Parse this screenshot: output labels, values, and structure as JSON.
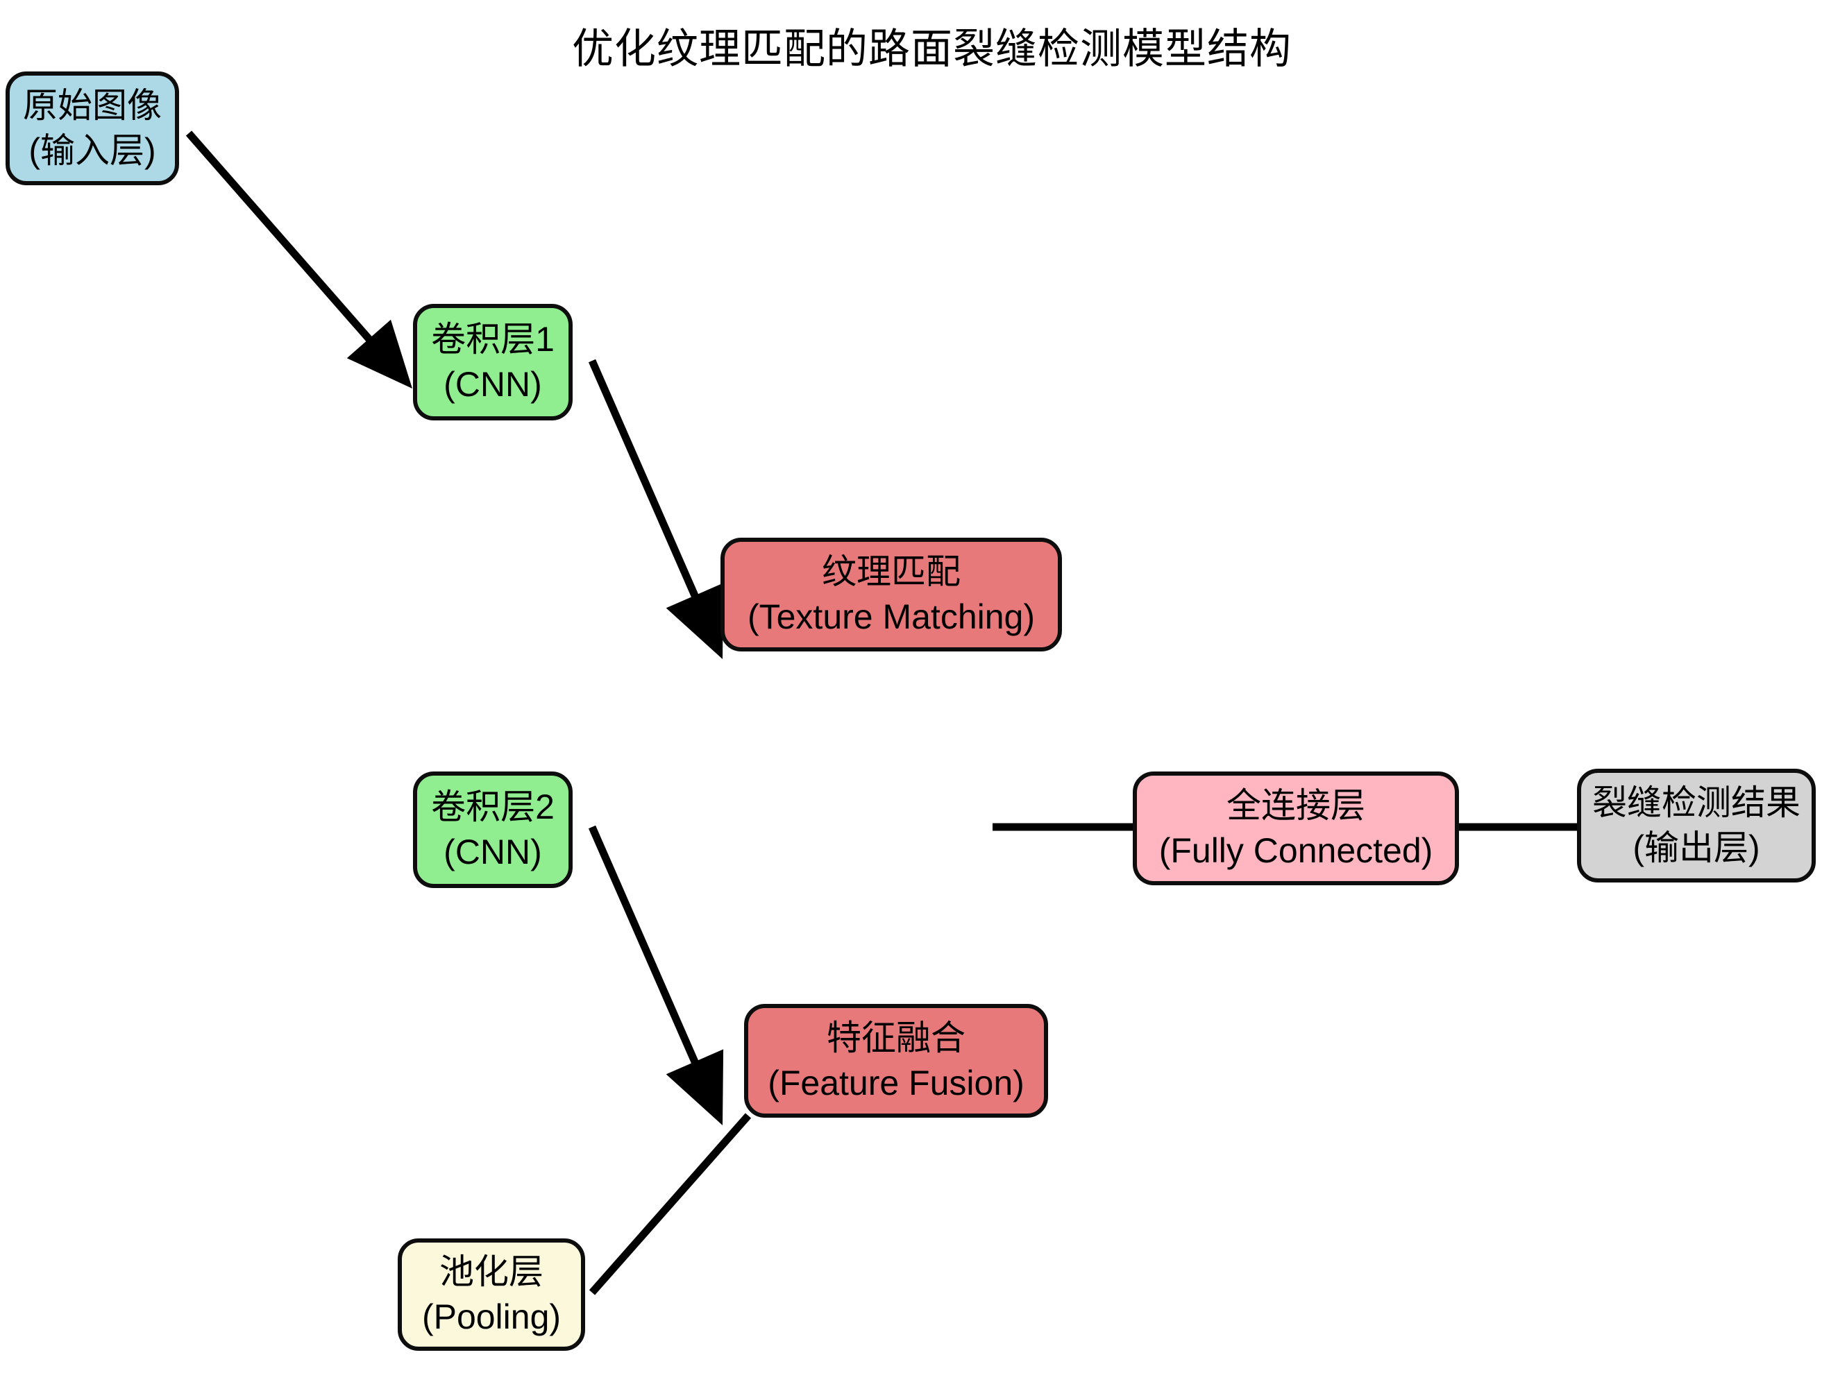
{
  "title": "优化纹理匹配的路面裂缝检测模型结构",
  "colors": {
    "border": "#0d0d0d",
    "edge": "#000000",
    "background": "#ffffff"
  },
  "nodes": {
    "input": {
      "line1": "原始图像",
      "line2": "(输入层)",
      "fill": "#ADD8E6"
    },
    "cnn1": {
      "line1": "卷积层1",
      "line2": "(CNN)",
      "fill": "#90EE90"
    },
    "texture": {
      "line1": "纹理匹配",
      "line2": "(Texture Matching)",
      "fill": "#E8797B"
    },
    "cnn2": {
      "line1": "卷积层2",
      "line2": "(CNN)",
      "fill": "#90EE90"
    },
    "fc": {
      "line1": "全连接层",
      "line2": "(Fully Connected)",
      "fill": "#FFB6C1"
    },
    "output": {
      "line1": "裂缝检测结果",
      "line2": "(输出层)",
      "fill": "#D3D3D3"
    },
    "fusion": {
      "line1": "特征融合",
      "line2": "(Feature Fusion)",
      "fill": "#E8797B"
    },
    "pooling": {
      "line1": "池化层",
      "line2": "(Pooling)",
      "fill": "#FBF8DC"
    }
  },
  "edges": [
    {
      "from": "input",
      "to": "cnn1",
      "type": "arrow"
    },
    {
      "from": "cnn1",
      "to": "texture",
      "type": "arrow"
    },
    {
      "from": "cnn2",
      "to": "fusion",
      "type": "arrow"
    },
    {
      "from": "pooling",
      "to": "fusion",
      "type": "line"
    },
    {
      "from": "",
      "to": "fc",
      "type": "line"
    },
    {
      "from": "fc",
      "to": "output",
      "type": "line"
    }
  ]
}
